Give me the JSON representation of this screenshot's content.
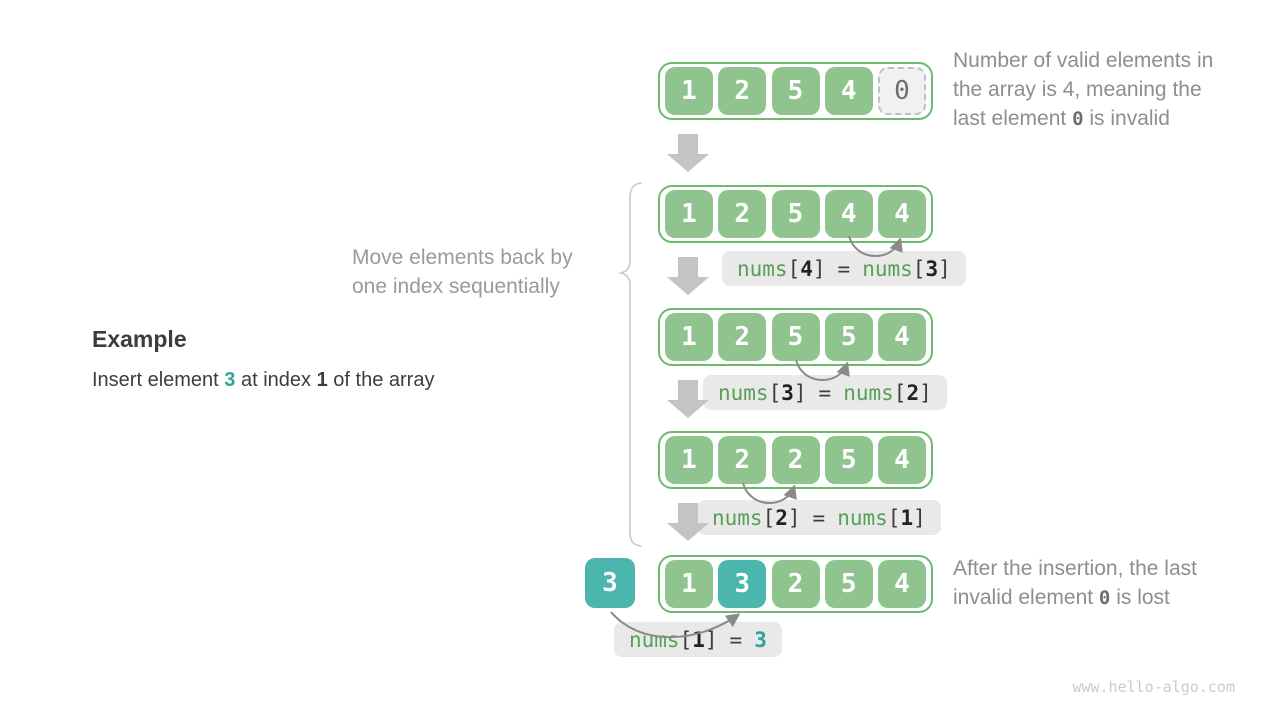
{
  "watermark": "www.hello-algo.com",
  "example": {
    "title": "Example",
    "line": {
      "pre": "Insert element ",
      "value": "3",
      "mid": " at index ",
      "index": "1",
      "post": " of the array"
    }
  },
  "move_note": {
    "line1": "Move elements back by",
    "line2": "one index sequentially"
  },
  "top_note": {
    "line1": "Number of valid elements in",
    "line2": "the array is 4, meaning the",
    "line3_pre": "last element ",
    "line3_code": "0",
    "line3_post": " is invalid"
  },
  "bottom_note": {
    "line1": "After the insertion, the last",
    "line2_pre": "invalid element ",
    "line2_code": "0",
    "line2_post": " is lost"
  },
  "syntax": {
    "open": "[",
    "close": "]",
    "eq": "="
  },
  "insert_cell": {
    "value": "3",
    "state": "teal"
  },
  "arrays": [
    {
      "step": "initial array with invalid tail",
      "cells": [
        {
          "v": "1",
          "state": "green"
        },
        {
          "v": "2",
          "state": "green"
        },
        {
          "v": "5",
          "state": "green"
        },
        {
          "v": "4",
          "state": "green"
        },
        {
          "v": "0",
          "state": "invalid"
        }
      ]
    },
    {
      "step": "after nums[4] = nums[3]",
      "cells": [
        {
          "v": "1",
          "state": "green"
        },
        {
          "v": "2",
          "state": "green"
        },
        {
          "v": "5",
          "state": "green"
        },
        {
          "v": "4",
          "state": "green"
        },
        {
          "v": "4",
          "state": "green"
        }
      ]
    },
    {
      "step": "after nums[3] = nums[2]",
      "cells": [
        {
          "v": "1",
          "state": "green"
        },
        {
          "v": "2",
          "state": "green"
        },
        {
          "v": "5",
          "state": "green"
        },
        {
          "v": "5",
          "state": "green"
        },
        {
          "v": "4",
          "state": "green"
        }
      ]
    },
    {
      "step": "after nums[2] = nums[1]",
      "cells": [
        {
          "v": "1",
          "state": "green"
        },
        {
          "v": "2",
          "state": "green"
        },
        {
          "v": "2",
          "state": "green"
        },
        {
          "v": "5",
          "state": "green"
        },
        {
          "v": "4",
          "state": "green"
        }
      ]
    },
    {
      "step": "after insertion nums[1] = 3",
      "cells": [
        {
          "v": "1",
          "state": "green"
        },
        {
          "v": "3",
          "state": "teal"
        },
        {
          "v": "2",
          "state": "green"
        },
        {
          "v": "5",
          "state": "green"
        },
        {
          "v": "4",
          "state": "green"
        }
      ]
    }
  ],
  "labels": [
    {
      "fn1": "nums",
      "idx1": "4",
      "fn2": "nums",
      "idx2": "3"
    },
    {
      "fn1": "nums",
      "idx1": "3",
      "fn2": "nums",
      "idx2": "2"
    },
    {
      "fn1": "nums",
      "idx1": "2",
      "fn2": "nums",
      "idx2": "1"
    },
    {
      "fn1": "nums",
      "idx1": "1",
      "value": "3"
    }
  ],
  "colors": {
    "cell_green": "#8fc48f",
    "cell_teal": "#4ab6ad",
    "border_green": "#6cbb6c",
    "invalid_bg": "#f1f1f1",
    "invalid_border": "#c0c0c0",
    "invalid_text": "#6f6f6f",
    "label_bg": "#e9e9e9",
    "code_green": "#55a055",
    "code_dark": "#3d3d3d",
    "code_teal": "#2fa29a",
    "text_dark": "#3d3d3d",
    "text_gray": "#9a9a9a",
    "note_gray": "#8e8e8e",
    "arrow_gray": "#c4c4c4",
    "curve_gray": "#8a8a8a",
    "brace_gray": "#c6c6c6",
    "watermark_gray": "#cbcbcb"
  }
}
